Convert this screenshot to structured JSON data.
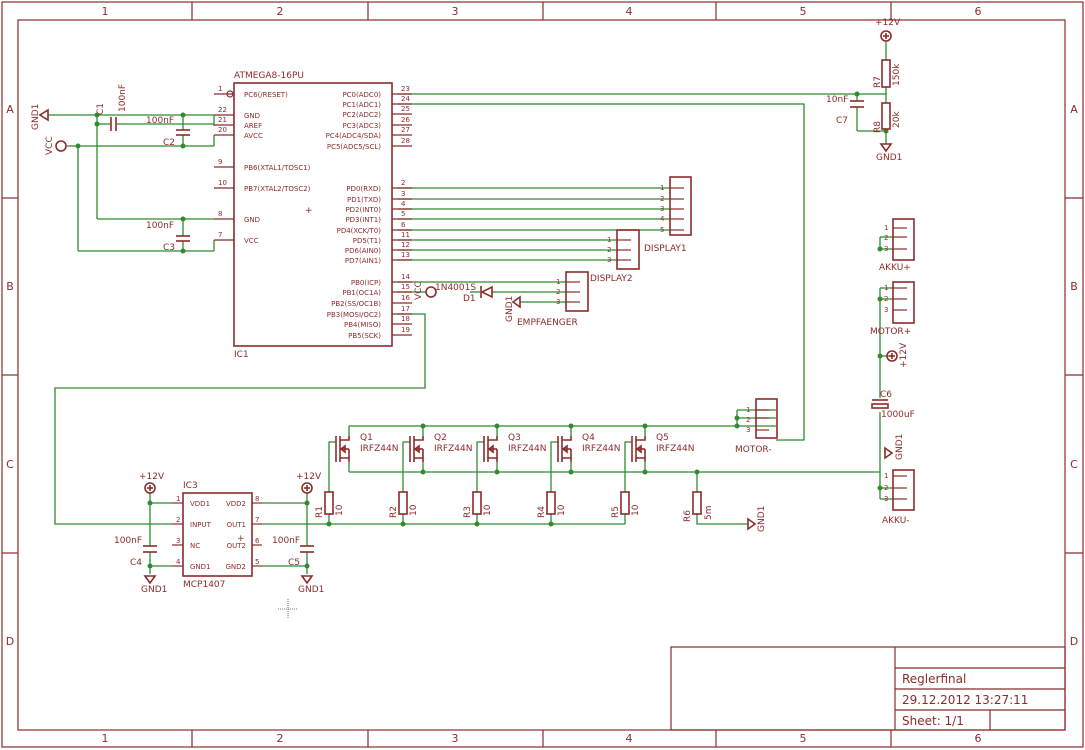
{
  "frame": {
    "cols": [
      "1",
      "2",
      "3",
      "4",
      "5",
      "6"
    ],
    "rows": [
      "A",
      "B",
      "C",
      "D"
    ]
  },
  "ic1": {
    "title": "ATMEGA8-16PU",
    "name": "IC1",
    "left_pins": [
      {
        "num": "1",
        "label": "PC6(/RESET)"
      },
      {
        "num": "22",
        "label": "GND"
      },
      {
        "num": "21",
        "label": "AREF"
      },
      {
        "num": "20",
        "label": "AVCC"
      },
      {
        "num": "9",
        "label": "PB6(XTAL1/TOSC1)"
      },
      {
        "num": "10",
        "label": "PB7(XTAL2/TOSC2)"
      },
      {
        "num": "8",
        "label": "GND"
      },
      {
        "num": "7",
        "label": "VCC"
      }
    ],
    "right_pins": [
      {
        "num": "23",
        "label": "PC0(ADC0)"
      },
      {
        "num": "24",
        "label": "PC1(ADC1)"
      },
      {
        "num": "25",
        "label": "PC2(ADC2)"
      },
      {
        "num": "26",
        "label": "PC3(ADC3)"
      },
      {
        "num": "27",
        "label": "PC4(ADC4/SDA)"
      },
      {
        "num": "28",
        "label": "PC5(ADC5/SCL)"
      },
      {
        "num": "2",
        "label": "PD0(RXD)"
      },
      {
        "num": "3",
        "label": "PD1(TXD)"
      },
      {
        "num": "4",
        "label": "PD2(INT0)"
      },
      {
        "num": "5",
        "label": "PD3(INT1)"
      },
      {
        "num": "6",
        "label": "PD4(XCK/T0)"
      },
      {
        "num": "11",
        "label": "PD5(T1)"
      },
      {
        "num": "12",
        "label": "PD6(AIN0)"
      },
      {
        "num": "13",
        "label": "PD7(AIN1)"
      },
      {
        "num": "14",
        "label": "PB0(ICP)"
      },
      {
        "num": "15",
        "label": "PB1(OC1A)"
      },
      {
        "num": "16",
        "label": "PB2(SS/OC1B)"
      },
      {
        "num": "17",
        "label": "PB3(MOSI/OC2)"
      },
      {
        "num": "18",
        "label": "PB4(MISO)"
      },
      {
        "num": "19",
        "label": "PB5(SCK)"
      }
    ]
  },
  "ic3": {
    "name": "IC3",
    "part": "MCP1407",
    "left_pins": [
      {
        "num": "1",
        "label": "VDD1"
      },
      {
        "num": "2",
        "label": "INPUT"
      },
      {
        "num": "3",
        "label": "NC"
      },
      {
        "num": "4",
        "label": "GND1"
      }
    ],
    "right_pins": [
      {
        "num": "8",
        "label": "VDD2"
      },
      {
        "num": "7",
        "label": "OUT1"
      },
      {
        "num": "6",
        "label": "OUT2"
      },
      {
        "num": "5",
        "label": "GND2"
      }
    ]
  },
  "labels": {
    "gnd": "GND1",
    "vcc": "VCC",
    "p12": "+12V",
    "c1": "C1",
    "c1v": "100nF",
    "c2": "C2",
    "c2v": "100nF",
    "c3": "C3",
    "c3v": "100nF",
    "c4": "C4",
    "c4v": "100nF",
    "c5": "C5",
    "c5v": "100nF",
    "c6": "C6",
    "c6v": "1000uF",
    "c7": "C7",
    "c7v": "10nF",
    "r7": "R7",
    "r7v": "150k",
    "r8": "R8",
    "r8v": "20k",
    "r6": "R6",
    "r6v": "5m",
    "d1": "D1",
    "d1v": "1N4001S",
    "display1": "DISPLAY1",
    "display2": "DISPLAY2",
    "empf": "EMPFAENGER",
    "motor_minus": "MOTOR-",
    "motor_plus": "MOTOR+",
    "akku_plus": "AKKU+",
    "akku_minus": "AKKU-"
  },
  "mosfets": [
    {
      "name": "Q1",
      "part": "IRFZ44N"
    },
    {
      "name": "Q2",
      "part": "IRFZ44N"
    },
    {
      "name": "Q3",
      "part": "IRFZ44N"
    },
    {
      "name": "Q4",
      "part": "IRFZ44N"
    },
    {
      "name": "Q5",
      "part": "IRFZ44N"
    }
  ],
  "gate_resistors": [
    {
      "name": "R1",
      "value": "10"
    },
    {
      "name": "R2",
      "value": "10"
    },
    {
      "name": "R3",
      "value": "10"
    },
    {
      "name": "R4",
      "value": "10"
    },
    {
      "name": "R5",
      "value": "10"
    }
  ],
  "title_block": {
    "title": "Reglerfinal",
    "date": "29.12.2012 13:27:11",
    "sheet": "Sheet: 1/1"
  },
  "colors": {
    "symbol": "#8c2b2b",
    "wire": "#2e8b2e"
  }
}
